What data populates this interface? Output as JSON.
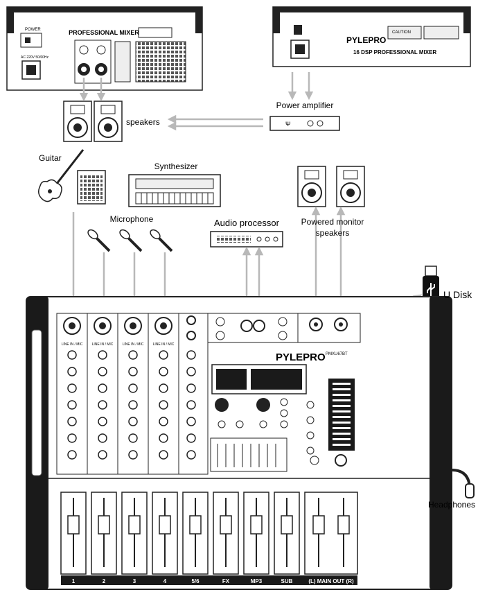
{
  "top_left_panel": {
    "title": "PROFESSIONAL MIXER",
    "power_label": "POWER",
    "ac_label": "AC 220V 50/60Hz"
  },
  "top_right_panel": {
    "brand": "PYLEPRO",
    "model": "16 DSP PROFESSIONAL MIXER",
    "caution": "CAUTION"
  },
  "labels": {
    "power_amplifier": "Power amplifier",
    "speakers": "speakers",
    "guitar": "Guitar",
    "synthesizer": "Synthesizer",
    "microphone": "Microphone",
    "audio_processor": "Audio processor",
    "powered_monitor_line1": "Powered monitor",
    "powered_monitor_line2": "speakers",
    "u_disk": "U Disk",
    "headphones": "Headphones"
  },
  "mixer": {
    "brand": "PYLEPRO",
    "model": "PMXU67BT",
    "fader_labels": [
      "1",
      "2",
      "3",
      "4",
      "5/6",
      "FX",
      "MP3",
      "SUB",
      "(L) MAIN OUT (R)"
    ],
    "mic_input_label": "LINE IN / MIC"
  },
  "colors": {
    "line": "#222222",
    "arrow": "#b8b8b8",
    "panel_fill": "#f4f4f4",
    "dark": "#1a1a1a"
  }
}
